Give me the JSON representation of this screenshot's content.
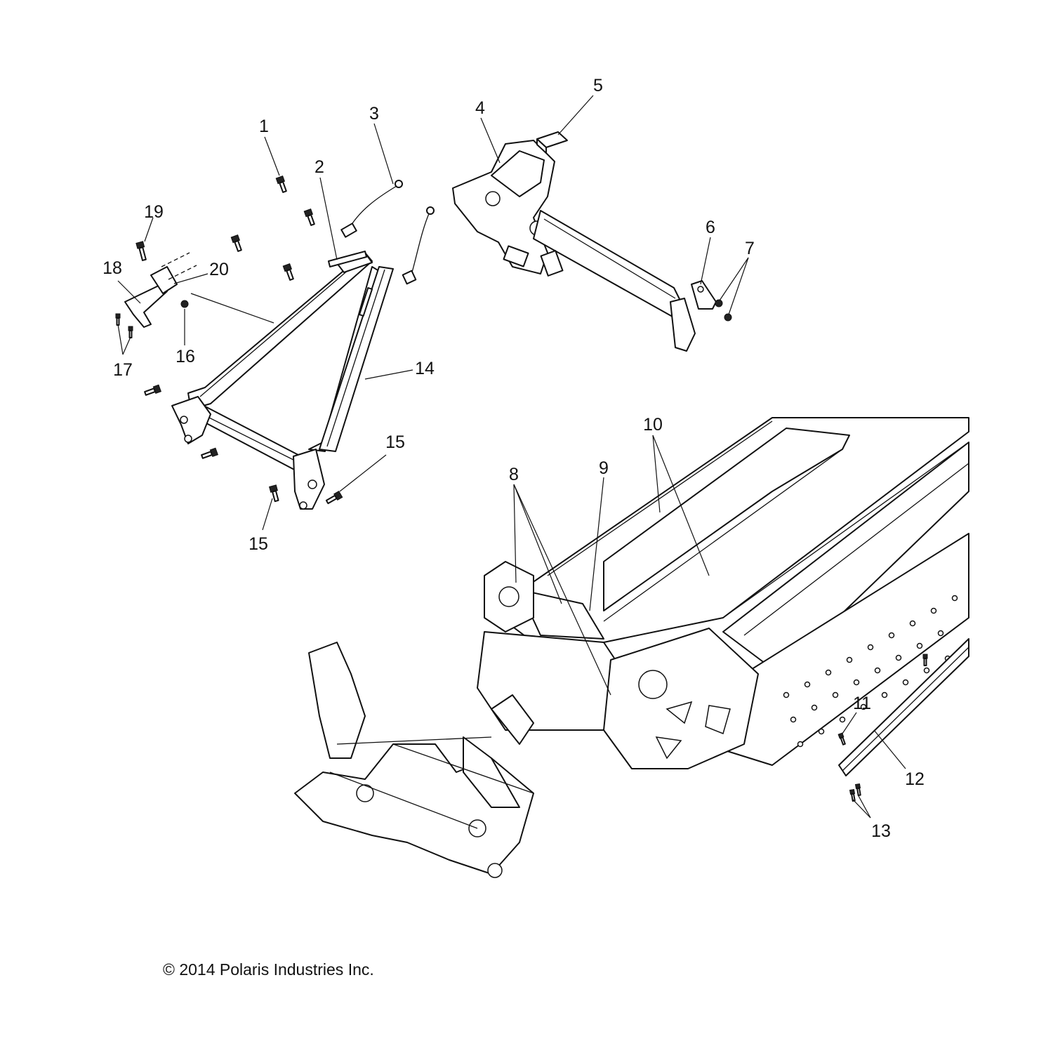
{
  "copyright": "© 2014 Polaris Industries Inc.",
  "callouts": {
    "c1": "1",
    "c2": "2",
    "c3": "3",
    "c4": "4",
    "c5": "5",
    "c6": "6",
    "c7": "7",
    "c8": "8",
    "c9": "9",
    "c10": "10",
    "c11": "11",
    "c12": "12",
    "c13": "13",
    "c14": "14",
    "c15a": "15",
    "c15b": "15",
    "c16": "16",
    "c17": "17",
    "c18": "18",
    "c19": "19",
    "c20": "20"
  }
}
